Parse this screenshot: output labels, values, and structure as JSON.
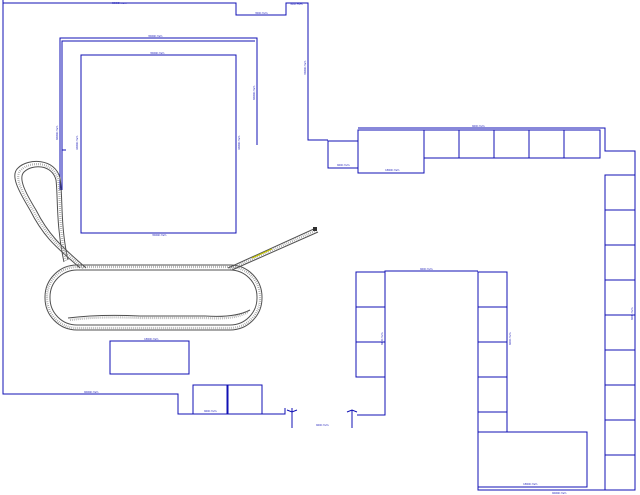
{
  "colors": {
    "wall": "#1010b4",
    "track": "#505050",
    "track_accent": "#c8c800",
    "background": "#ffffff"
  },
  "labels": {
    "top_left_wall": "9999 mm",
    "top_notch": "300 mm",
    "top_right_wall": "300 mm",
    "shelf_top": "3999 mm",
    "shelf_left": "9999 mm",
    "shelf_right": "9999 mm",
    "board_top": "3999 mm",
    "board_bottom": "3999 mm",
    "board_left": "4999 mm",
    "board_right": "4999 mm",
    "mid_wall": "3999 mm",
    "corner_box": "900 mm",
    "big_cabinet": "1800 mm",
    "top_row": "900 mm",
    "right_column": "900 mm",
    "loop_top": "900 mm",
    "loop_left": "900 mm",
    "loop_right": "900 mm",
    "small_table": "1800 mm",
    "bottom_pair": "900 mm",
    "left_wall_bottom": "9999 mm",
    "bottom_big_box": "1800 mm",
    "bottom_wall": "9999 mm",
    "door": "900 mm"
  }
}
